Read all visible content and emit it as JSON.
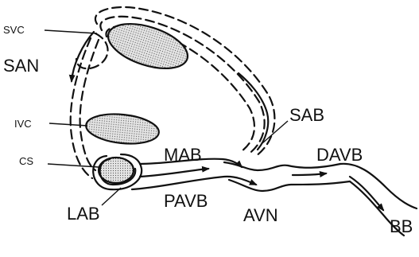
{
  "labels": {
    "svc": "SVC",
    "san": "SAN",
    "ivc": "IVC",
    "cs": "CS",
    "lab": "LAB",
    "mab": "MAB",
    "pavb": "PAVB",
    "avn": "AVN",
    "sab": "SAB",
    "davb": "DAVB",
    "bb": "BB"
  },
  "colors": {
    "ink": "#111111",
    "vessel_fill": "#d9d9d9",
    "background": "#ffffff"
  }
}
